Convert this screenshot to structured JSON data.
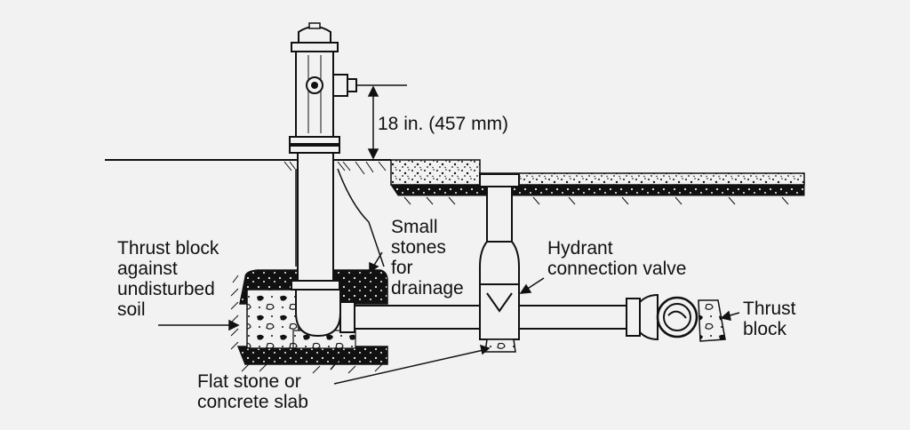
{
  "colors": {
    "background": "#f2f2f2",
    "ink": "#111111"
  },
  "labels": {
    "clearance": "18 in. (457 mm)",
    "thrust_block_left": "Thrust block\nagainst\nundisturbed\nsoil",
    "small_stones": "Small\nstones\nfor\ndrainage",
    "hydrant_valve": "Hydrant\nconnection valve",
    "thrust_block_right": "Thrust\nblock",
    "flat_stone": "Flat stone or\nconcrete slab"
  }
}
